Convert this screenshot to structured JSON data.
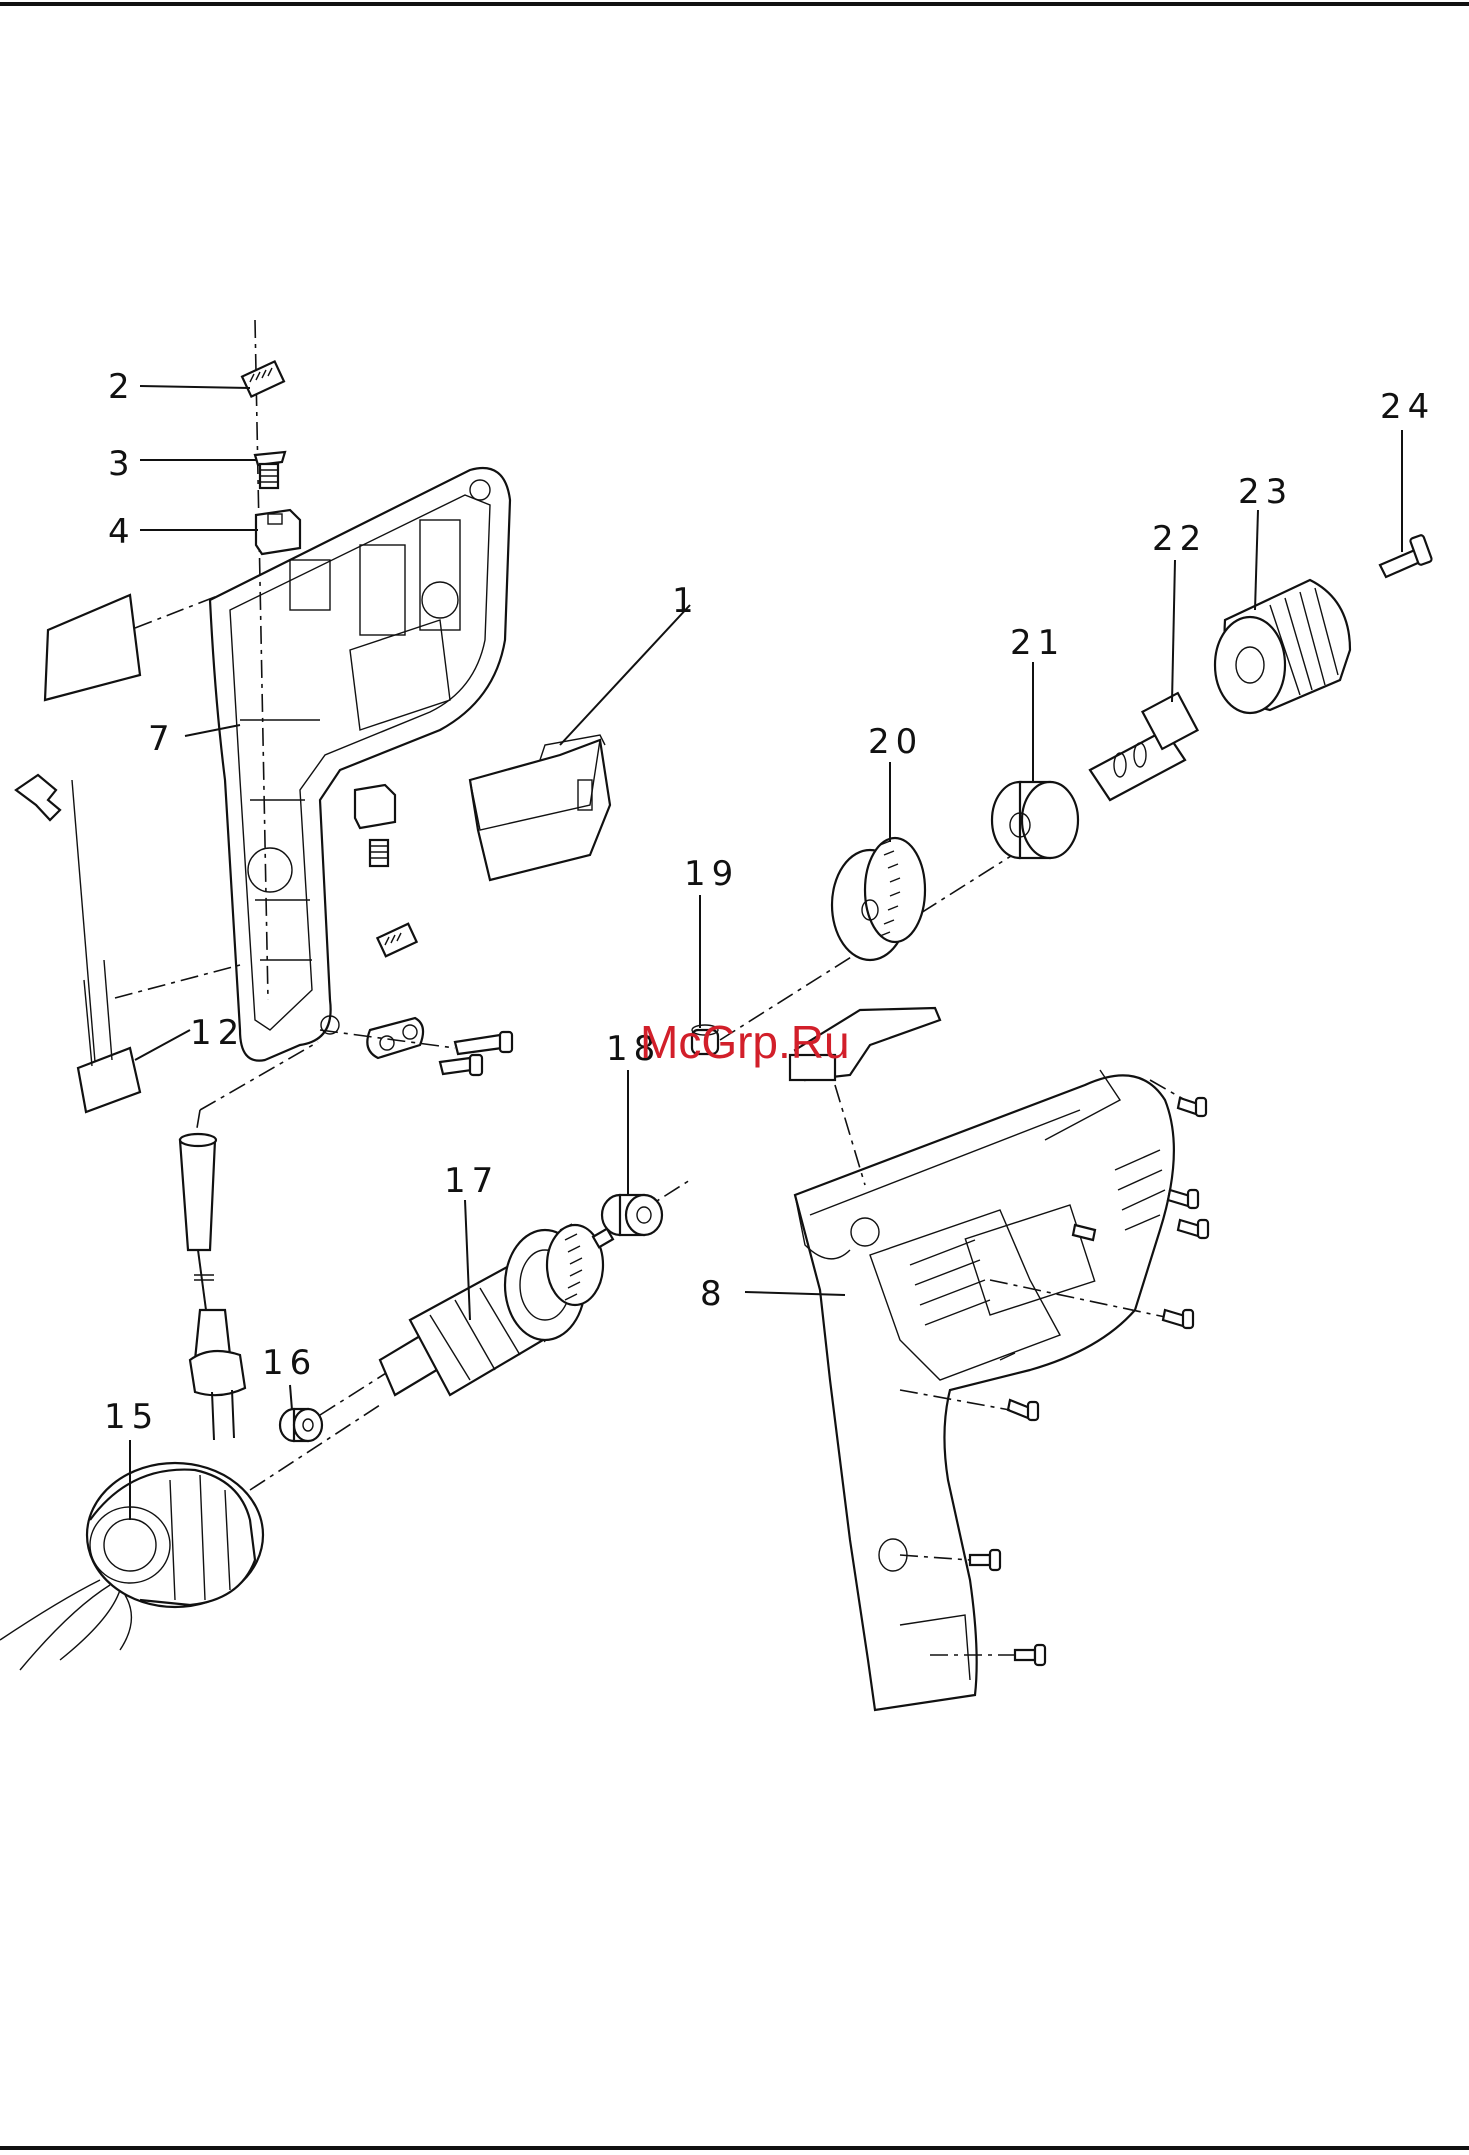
{
  "watermark": "McGrp.Ru",
  "labels": {
    "p1": "1",
    "p2": "2",
    "p3": "3",
    "p4": "4",
    "p7": "7",
    "p8": "8",
    "p12": "12",
    "p15": "15",
    "p16": "16",
    "p17": "17",
    "p18": "18",
    "p19": "19",
    "p20": "20",
    "p21": "21",
    "p22": "22",
    "p23": "23",
    "p24": "24"
  }
}
